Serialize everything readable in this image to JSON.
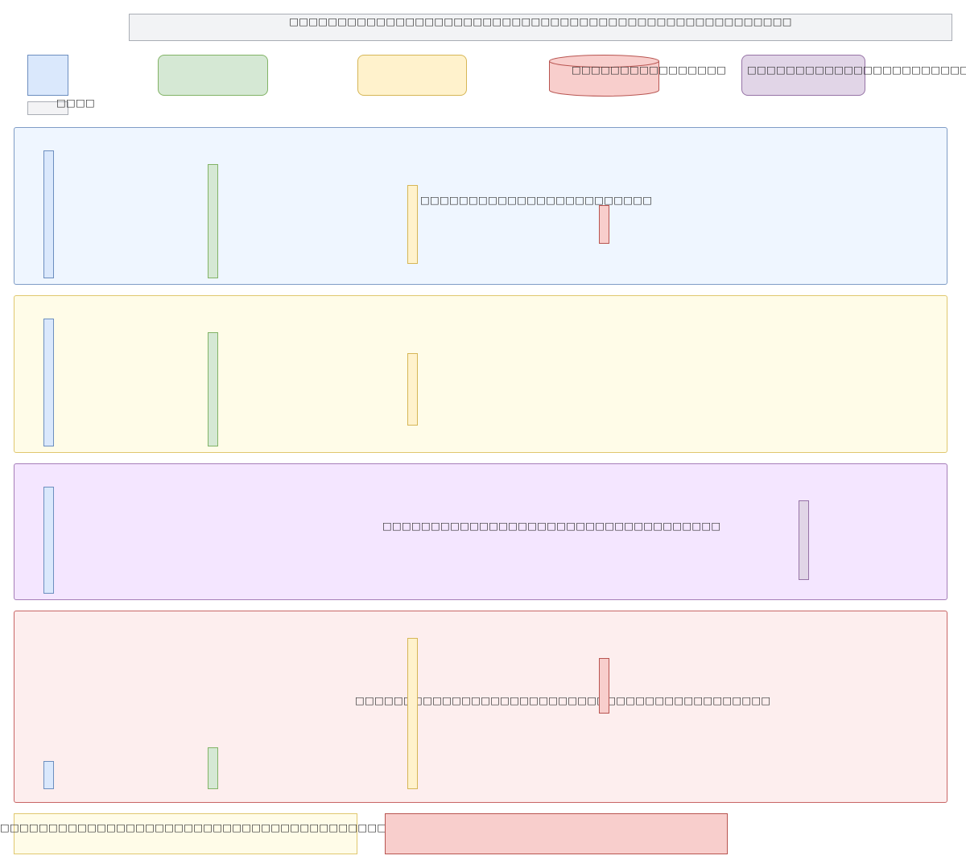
{
  "diagram": {
    "title": "□□□□□□□□□□□□□□□□□□□□□□□□□□□□□□□□□□□□□□□□□□□□□□□□□□□□",
    "legend": {
      "participant_note_label": "□□□□",
      "database_label": "□□□□□□□□□□□□□□□□",
      "purple_node_label": "□□□□□□□□□□□□□□□□□□□□□□□"
    },
    "lanes": [
      {
        "id": "lane-1",
        "color": "#eff6ff",
        "border": "#7f9cc6",
        "message": "□□□□□□□□□□□□□□□□□□□□□□□□"
      },
      {
        "id": "lane-2",
        "color": "#fffce8",
        "border": "#e0c76e",
        "message": ""
      },
      {
        "id": "lane-3",
        "color": "#f4e6ff",
        "border": "#a57db8",
        "message": "□□□□□□□□□□□□□□□□□□□□□□□□□□□□□□□□□□□"
      },
      {
        "id": "lane-4",
        "color": "#fdeeee",
        "border": "#c86565",
        "message": "□□□□□□□□□□□□□□□□□□□□□□□□□□□□□□□□□□□□□□□□□□□"
      }
    ],
    "footer": {
      "note_text": "□□□□□□□□□□□□□□□□□□□□□□□□□□□□□□□□□□□□□□□□□□□□□□□□□□□□□□□□"
    },
    "colors": {
      "participant_blue": "#dae8fc",
      "service_green": "#d5e8d4",
      "worker_yellow": "#fff2cc",
      "database_red": "#f8cecc",
      "external_purple": "#e1d5e7"
    }
  }
}
